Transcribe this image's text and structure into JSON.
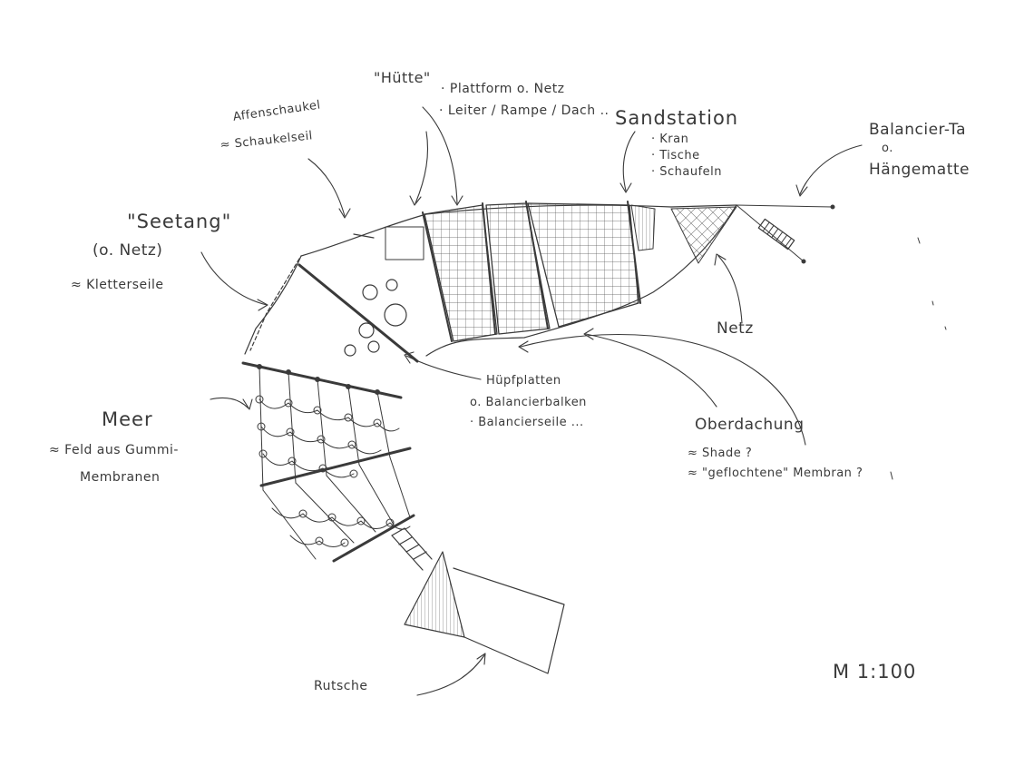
{
  "labels": {
    "huette": "\"Hütte\"",
    "huette_1": "· Plattform o. Netz",
    "huette_2": "· Leiter / Rampe / Dach ..",
    "affen_1": "Affenschaukel",
    "affen_2": "≈ Schaukelseil",
    "sand_title": "Sandstation",
    "sand_1": "· Kran",
    "sand_2": "· Tische",
    "sand_3": "· Schaufeln",
    "bal_1": "Balancier-Ta",
    "bal_2": "o.",
    "bal_3": "Hängematte",
    "seetang_1": "\"Seetang\"",
    "seetang_2": "(o. Netz)",
    "seetang_3": "≈ Kletterseile",
    "netz": "Netz",
    "hupf_1": "Hüpfplatten",
    "hupf_2": "o. Balancierbalken",
    "hupf_3": "· Balancierseile ...",
    "meer_1": "Meer",
    "meer_2": "≈ Feld aus Gummi-",
    "meer_3": "Membranen",
    "ober_1": "Oberdachung",
    "ober_2": "≈ Shade ?",
    "ober_3": "≈ \"geflochtene\" Membran ?",
    "rutsche": "Rutsche",
    "scale": "M 1:100"
  },
  "colors": {
    "ink": "#3a3a3a",
    "paper": "#ffffff"
  }
}
